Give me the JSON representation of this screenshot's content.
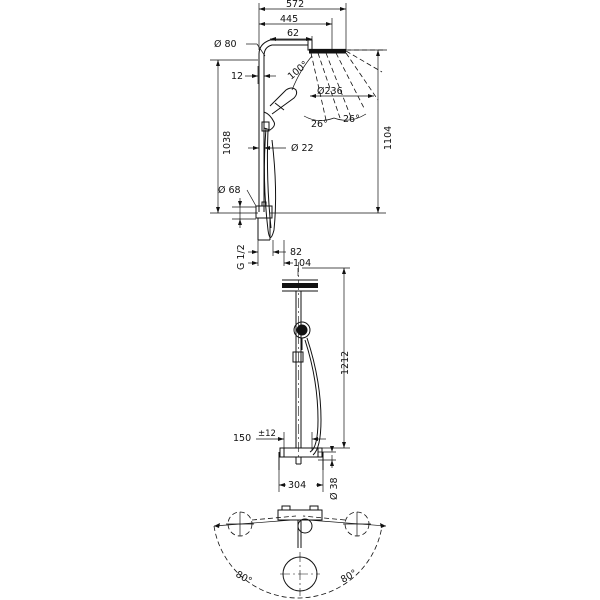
{
  "side_view": {
    "dims": {
      "d572": "572",
      "d445": "445",
      "d62": "62",
      "d80": "Ø 80",
      "d12": "12",
      "a100": "100°",
      "d236": "Ø236",
      "a26a": "26°",
      "a26b": "26°",
      "h1038": "1038",
      "h1104": "1104",
      "d22": "Ø 22",
      "d68": "Ø 68",
      "g12": "G 1/2",
      "d82": "82",
      "d104": "104"
    }
  },
  "front_view": {
    "dims": {
      "h1212": "1212",
      "d150": "150",
      "pm12": "±12",
      "d304": "304",
      "d38": "Ø 38"
    }
  },
  "top_view": {
    "dims": {
      "a80l": "80°",
      "a80r": "80°"
    }
  }
}
